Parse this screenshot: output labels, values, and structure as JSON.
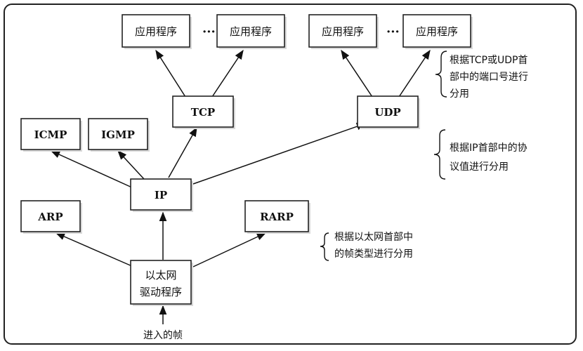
{
  "nodes": {
    "app1": "应用程序",
    "app2": "应用程序",
    "app3": "应用程序",
    "app4": "应用程序",
    "tcp": "TCP",
    "udp": "UDP",
    "icmp": "ICMP",
    "igmp": "IGMP",
    "ip": "IP",
    "arp": "ARP",
    "rarp": "RARP",
    "driver_line1": "以太网",
    "driver_line2": "驱动程序"
  },
  "ellipsis": "···",
  "incoming_frame": "进入的帧",
  "notes": {
    "transport": [
      "根据TCP或UDP首",
      "部中的端口号进行",
      "分用"
    ],
    "ip": [
      "根据IP首部中的协",
      "议值进行分用"
    ],
    "ethernet": [
      "根据以太网首部中",
      "的帧类型进行分用"
    ]
  }
}
